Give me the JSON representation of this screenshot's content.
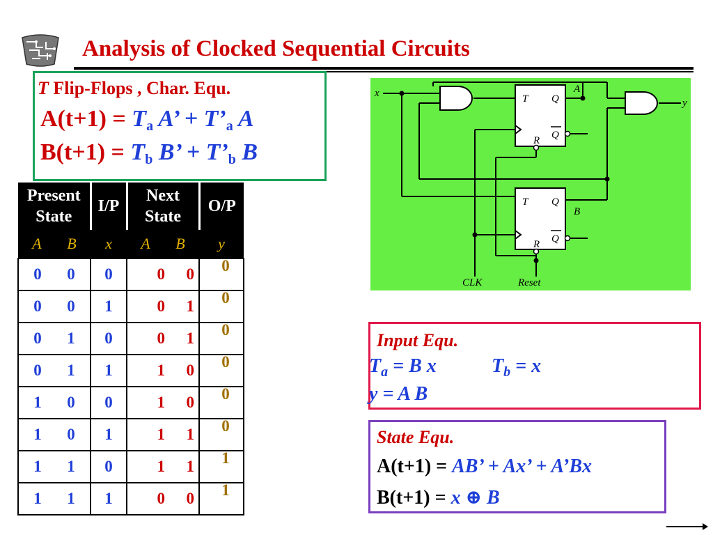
{
  "title": "Analysis of Clocked Sequential Circuits",
  "tflipflop": {
    "heading_var": "T",
    "heading_rest": " Flip-Flops , Char.  Equ.",
    "eqA": {
      "lhs": "A(t+1) = ",
      "t1": "T",
      "s1": "a",
      "a1": " A’ + ",
      "t2": "T’",
      "s2": "a",
      "a2": " A"
    },
    "eqB": {
      "lhs": "B(t+1) = ",
      "t1": "T",
      "s1": "b",
      "a1": " B’ + ",
      "t2": "T’",
      "s2": "b",
      "a2": " B"
    }
  },
  "table": {
    "headers": {
      "present": [
        "Present",
        "State"
      ],
      "ip": "I/P",
      "next": [
        "Next",
        "State"
      ],
      "op": "O/P"
    },
    "subheaders": {
      "pA": "A",
      "pB": "B",
      "x": "x",
      "nA": "A",
      "nB": "B",
      "y": "y"
    },
    "rows": [
      {
        "pA": "0",
        "pB": "0",
        "x": "0",
        "nA": "0",
        "nB": "0",
        "y": "0"
      },
      {
        "pA": "0",
        "pB": "0",
        "x": "1",
        "nA": "0",
        "nB": "1",
        "y": "0"
      },
      {
        "pA": "0",
        "pB": "1",
        "x": "0",
        "nA": "0",
        "nB": "1",
        "y": "0"
      },
      {
        "pA": "0",
        "pB": "1",
        "x": "1",
        "nA": "1",
        "nB": "0",
        "y": "0"
      },
      {
        "pA": "1",
        "pB": "0",
        "x": "0",
        "nA": "1",
        "nB": "0",
        "y": "0"
      },
      {
        "pA": "1",
        "pB": "0",
        "x": "1",
        "nA": "1",
        "nB": "1",
        "y": "0"
      },
      {
        "pA": "1",
        "pB": "1",
        "x": "0",
        "nA": "1",
        "nB": "1",
        "y": "1"
      },
      {
        "pA": "1",
        "pB": "1",
        "x": "1",
        "nA": "0",
        "nB": "0",
        "y": "1"
      }
    ]
  },
  "circuit": {
    "x_label": "x",
    "y_label": "y",
    "A_label": "A",
    "B_label": "B",
    "T": "T",
    "Q": "Q",
    "Qbar": "Q",
    "R": "R",
    "clk": "CLK",
    "reset": "Reset",
    "bg": "#66ee44"
  },
  "input_equ": {
    "heading": "Input Equ.",
    "ta": {
      "t": "T",
      "s": "a",
      "rest": " = B x"
    },
    "tb": {
      "t": "T",
      "s": "b",
      "rest": " = x"
    },
    "y": "y  = A B"
  },
  "state_equ": {
    "heading": "State Equ.",
    "eq1_lhs": "A(t+1) = ",
    "eq1_rhs": "AB’ + Ax’ + A’Bx",
    "eq2_lhs": "B(t+1) = ",
    "eq2_rhs": "x ⊕ B"
  }
}
